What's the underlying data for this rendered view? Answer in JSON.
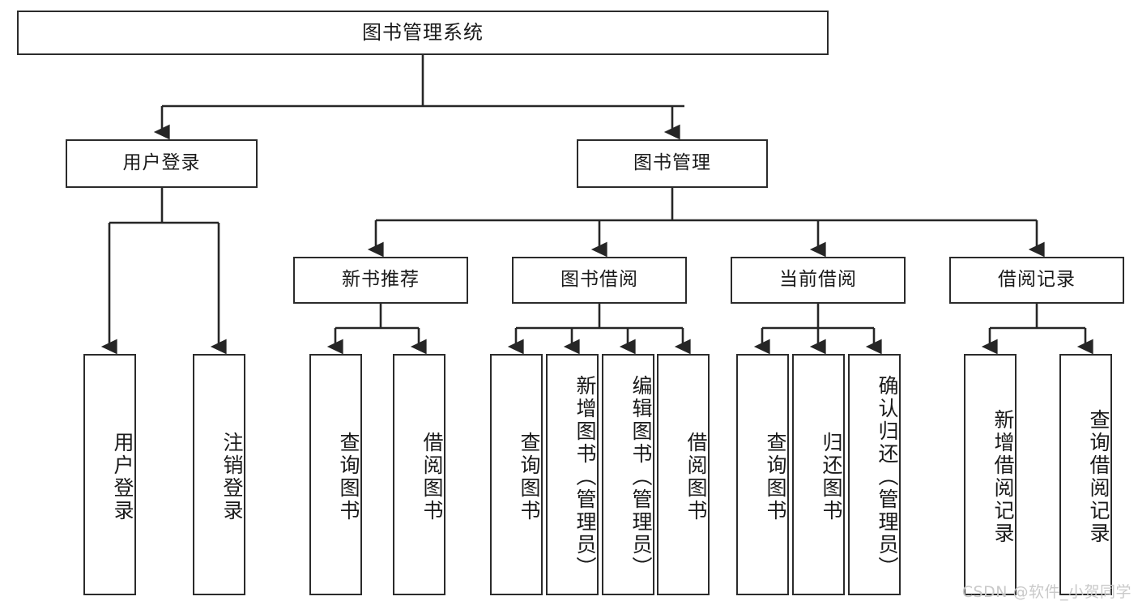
{
  "diagram": {
    "title": "图书管理系统",
    "type": "tree-hierarchy",
    "watermark": "CSDN @软件_小贺同学",
    "colors": {
      "box_border": "#2b2b2b",
      "box_fill": "#ffffff",
      "connector": "#262626",
      "text": "#1a1a1a",
      "watermark": "#c9c9c9"
    },
    "root": {
      "label": "图书管理系统"
    },
    "level2": [
      {
        "label": "用户登录"
      },
      {
        "label": "图书管理"
      }
    ],
    "level3": [
      {
        "label": "新书推荐"
      },
      {
        "label": "图书借阅"
      },
      {
        "label": "当前借阅"
      },
      {
        "label": "借阅记录"
      }
    ],
    "leaves": {
      "user_login": [
        {
          "label": "用户登录"
        },
        {
          "label": "注销登录"
        }
      ],
      "new_book": [
        {
          "label": "查询图书"
        },
        {
          "label": "借阅图书"
        }
      ],
      "borrow_book": [
        {
          "label": "查询图书"
        },
        {
          "label": "新增图书（管理员）"
        },
        {
          "label": "编辑图书（管理员）"
        },
        {
          "label": "借阅图书"
        }
      ],
      "current_borrow": [
        {
          "label": "查询图书"
        },
        {
          "label": "归还图书"
        },
        {
          "label": "确认归还（管理员）"
        }
      ],
      "borrow_record": [
        {
          "label": "新增借阅记录"
        },
        {
          "label": "查询借阅记录"
        }
      ]
    }
  }
}
